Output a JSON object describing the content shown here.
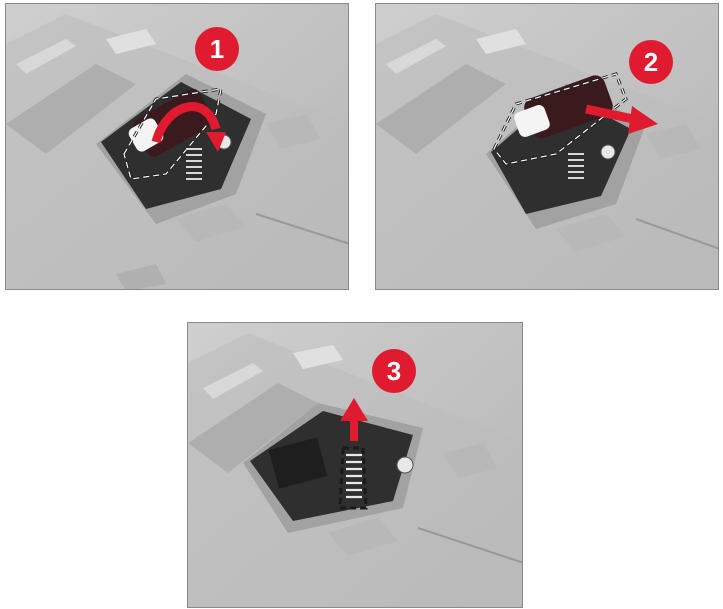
{
  "steps": [
    {
      "number": "1",
      "action": "rotate-roller"
    },
    {
      "number": "2",
      "action": "remove-roller"
    },
    {
      "number": "3",
      "action": "remove-spring"
    }
  ],
  "colors": {
    "badge_red": "#e01b2f",
    "badge_text": "#ffffff",
    "arrow_red": "#e01b2f",
    "scanner_surface": "#c4c4c4",
    "cavity_dark": "#2f2f2f",
    "outline_dash": "#1a1a1a"
  },
  "icons": [
    "step-badge-icon",
    "curved-arrow-icon",
    "straight-arrow-icon",
    "up-arrow-icon",
    "spring-icon",
    "screw-icon",
    "roller-icon"
  ]
}
